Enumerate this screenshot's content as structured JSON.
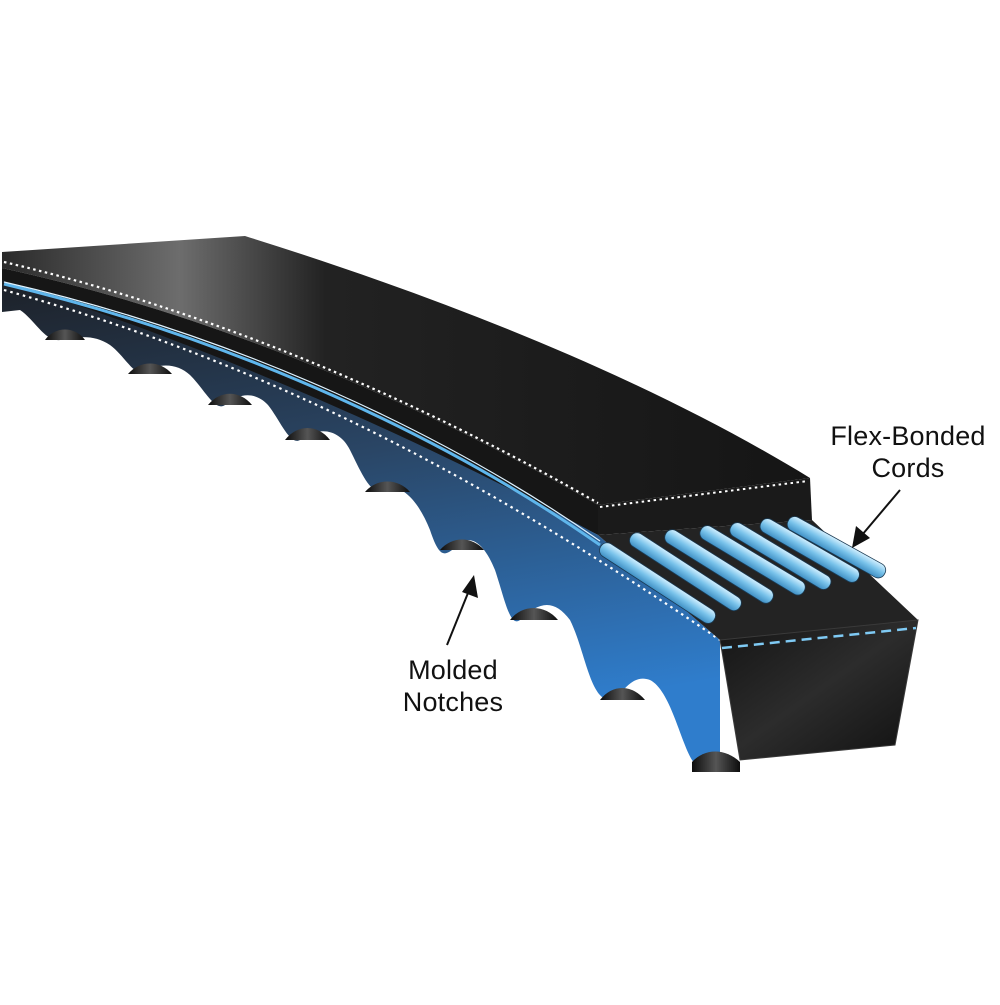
{
  "diagram": {
    "subject": "Notched V-belt cutaway",
    "colors": {
      "background": "#ffffff",
      "belt_top_dark": "#1a1a1a",
      "belt_top_light": "#6b6b6b",
      "belt_side_blue": "#2f78c4",
      "belt_side_dark": "#222a36",
      "cord_blue": "#7cc4ec",
      "cord_highlight": "#c9ebfb",
      "stitch_white": "#ffffff",
      "callout_text": "#111111"
    },
    "callouts": [
      {
        "id": "flex-bonded-cords",
        "line1": "Flex-Bonded",
        "line2": "Cords"
      },
      {
        "id": "molded-notches",
        "line1": "Molded",
        "line2": "Notches"
      }
    ],
    "cord_count": 7,
    "notch_count": 9
  }
}
